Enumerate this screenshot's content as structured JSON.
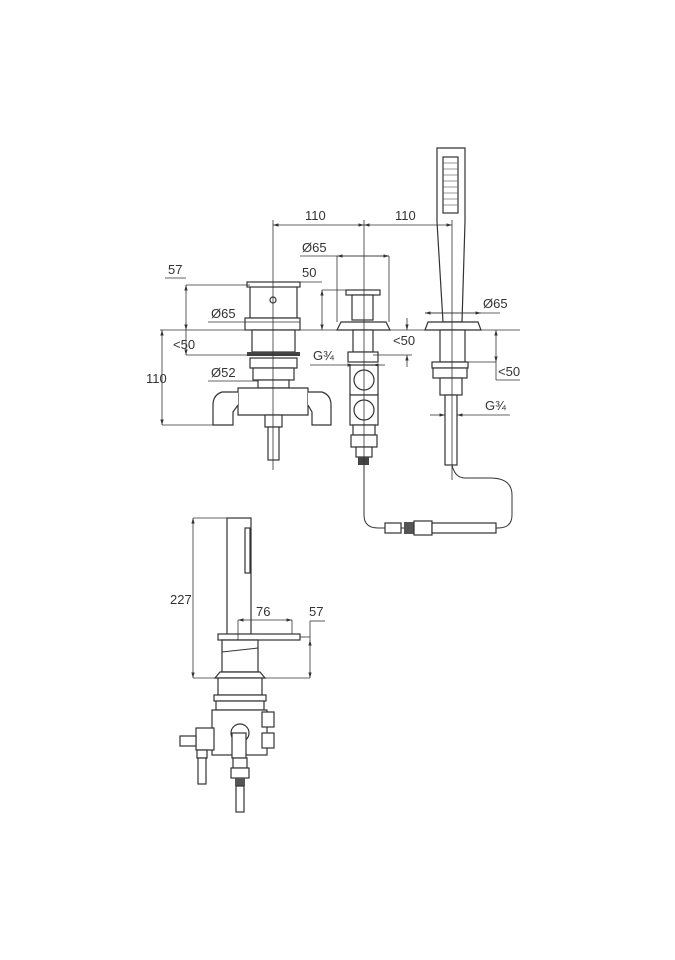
{
  "drawing": {
    "top_view": {
      "spacing_left": "110",
      "spacing_right": "110",
      "mixer_handle_height": "57",
      "mixer_flange_diameter": "Ø65",
      "mixer_deck_thickness": "<50",
      "mixer_body_height": "110",
      "mixer_thread_diameter": "Ø52",
      "diverter_diameter": "Ø65",
      "diverter_height": "50",
      "diverter_deck_thickness": "<50",
      "diverter_thread": "G¾",
      "shower_flange_diameter": "Ø65",
      "shower_deck_thickness": "<50",
      "shower_thread": "G¾"
    },
    "side_view": {
      "total_height": "227",
      "handle_projection": "76",
      "handle_height": "57"
    }
  }
}
